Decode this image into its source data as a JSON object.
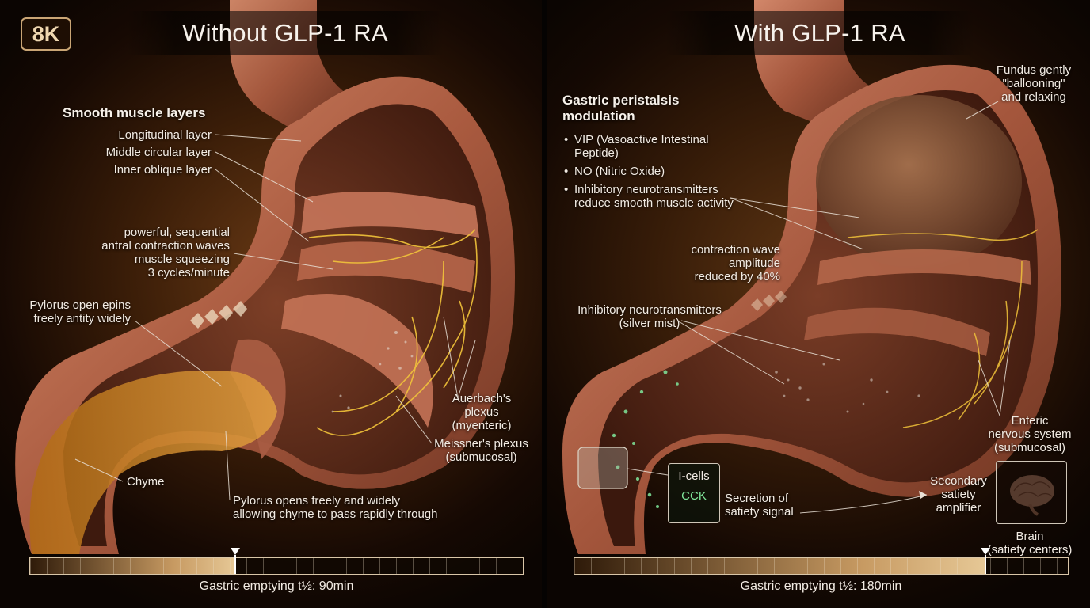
{
  "badge": "8K",
  "left": {
    "title": "Without GLP-1 RA",
    "muscle_heading": "Smooth muscle layers",
    "muscle_layers": [
      "Longitudinal layer",
      "Middle circular layer",
      "Inner oblique layer"
    ],
    "waves_label": [
      "powerful, sequential",
      "antral contraction waves",
      "muscle squeezing",
      "3 cycles/minute"
    ],
    "pylorus_label": [
      "Pylorus open epins",
      "freely antity widely"
    ],
    "auerbach": [
      "Auerbach's",
      "plexus",
      "(myenteric)"
    ],
    "meissner": [
      "Meissner's plexus",
      "(submucosal)"
    ],
    "chyme": "Chyme",
    "pylorus_note": [
      "Pylorus opens freely and widely",
      "allowing chyme to pass rapidly through"
    ],
    "emptying_label": "Gastric emptying t½: 90min",
    "emptying_minutes": 90
  },
  "right": {
    "title": "With GLP-1 RA",
    "fundus": [
      "Fundus gently",
      "\"ballooning\"",
      "and relaxing"
    ],
    "modulation_heading": [
      "Gastric peristalsis",
      "modulation"
    ],
    "bullets": [
      [
        "VIP (Vasoactive Intestinal",
        "Peptide)"
      ],
      [
        "NO (Nitric Oxide)"
      ],
      [
        "Inhibitory neurotransmitters",
        "reduce smooth muscle activity"
      ]
    ],
    "amplitude": [
      "contraction wave",
      "amplitude",
      "reduced by 40%"
    ],
    "mist": [
      "Inhibitory neurotransmitters",
      "(silver mist)"
    ],
    "enteric": [
      "Enteric",
      "nervous system",
      "(submucosal)"
    ],
    "icells": "I-cells",
    "cck": "CCK",
    "secretion": [
      "Secretion of",
      "satiety signal"
    ],
    "secondary": [
      "Secondary",
      "satiety",
      "amplifier"
    ],
    "brain": [
      "Brain",
      "(satiety centers)"
    ],
    "emptying_label": "Gastric emptying t½: 180min",
    "emptying_minutes": 180
  },
  "timeline_max_minutes": 216,
  "colors": {
    "nerve": "#f2c43a",
    "chyme": "#c9821f",
    "tissue": "#b8674a",
    "cck": "#7fe69a"
  }
}
